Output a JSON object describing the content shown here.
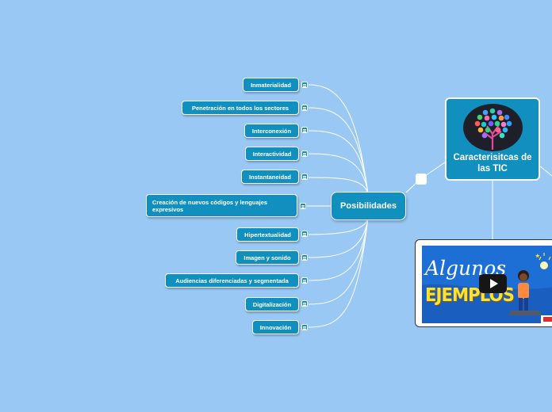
{
  "central": {
    "label": "Posibilidades"
  },
  "branches": [
    {
      "label": "Inmaterialidad"
    },
    {
      "label": "Penetración en todos los sectores"
    },
    {
      "label": "Interconexión"
    },
    {
      "label": "Interactividad"
    },
    {
      "label": "Instantaneidad"
    },
    {
      "label": "Creación de nuevos códigos y lenguajes expresivos"
    },
    {
      "label": "Hipertextualidad"
    },
    {
      "label": "Imagen y sonido"
    },
    {
      "label": "Audiencias diferenciadas y segmentada"
    },
    {
      "label": "Digitalización"
    },
    {
      "label": "Innovación"
    }
  ],
  "main_topic": {
    "title": "Caracterisitcas de las TIC",
    "image_icon": "tree-of-app-icons"
  },
  "video": {
    "line1": "Algunos",
    "line2": "EJEMPLOS",
    "play_icon": "play-icon"
  },
  "colors": {
    "background": "#99c8f4",
    "topic": "#1190c0",
    "line": "#ffffff"
  }
}
